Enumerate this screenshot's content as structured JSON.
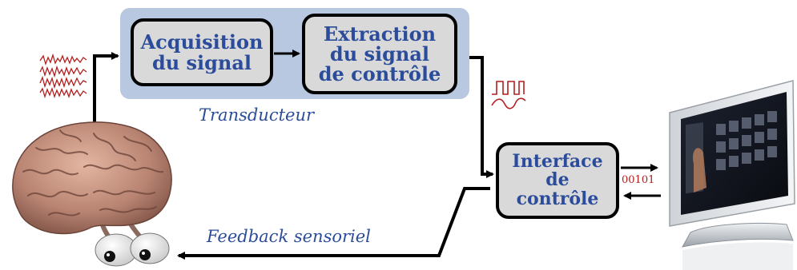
{
  "blocks": {
    "acquisition": {
      "line1": "Acquisition",
      "line2": "du signal"
    },
    "extraction": {
      "line1": "Extraction",
      "line2": "du signal",
      "line3": "de contrôle"
    },
    "interface": {
      "line1": "Interface",
      "line2": "de",
      "line3": "contrôle"
    }
  },
  "labels": {
    "transducer": "Transducteur",
    "feedback": "Feedback sensoriel",
    "binary_code": "00101"
  },
  "colors": {
    "box_text": "#2b4c9b",
    "group_background": "#b7c8e0",
    "box_fill": "#d9d9d9",
    "signal_red": "#b41e1e"
  },
  "icons": [
    "brain-with-eyes-icon",
    "eeg-signal-icon",
    "control-signal-icon",
    "computer-monitor-icon"
  ]
}
